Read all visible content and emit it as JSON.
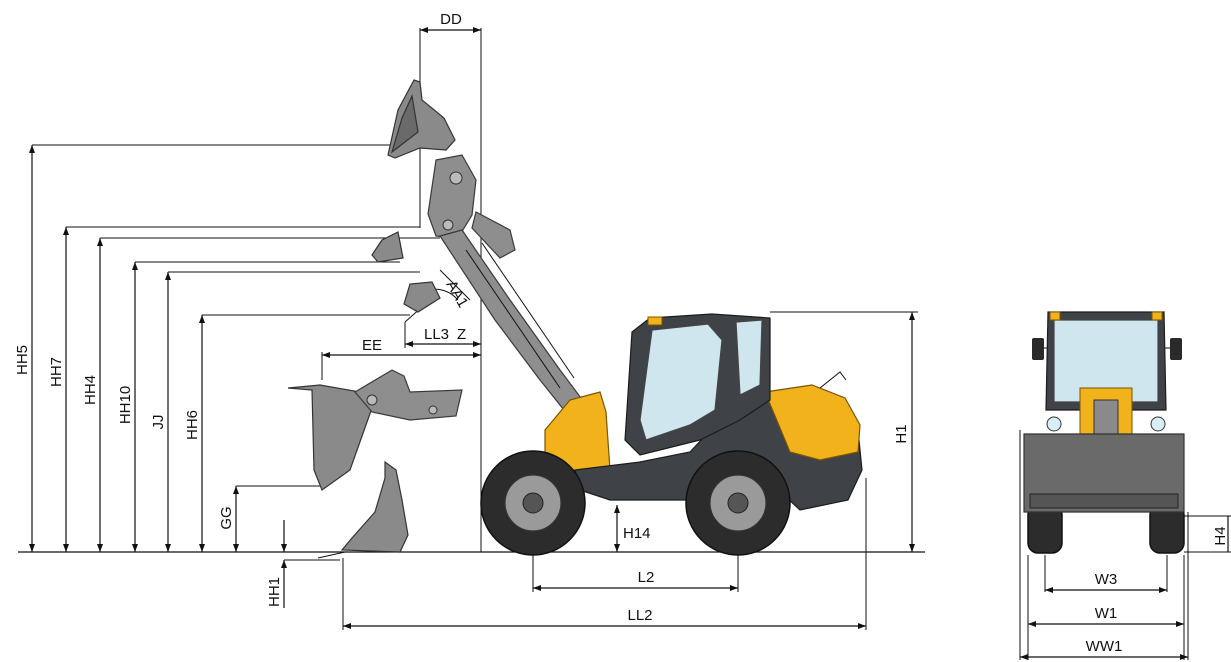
{
  "dimensions": {
    "DD": "DD",
    "HH5": "HH5",
    "HH7": "HH7",
    "HH4": "HH4",
    "HH10": "HH10",
    "JJ": "JJ",
    "HH6": "HH6",
    "GG": "GG",
    "HH1": "HH1",
    "AA1": "AA1",
    "LL3": "LL3",
    "Z": "Z",
    "EE": "EE",
    "H14": "H14",
    "L2": "L2",
    "LL2": "LL2",
    "H1": "H1",
    "H4": "H4",
    "W3": "W3",
    "W1": "W1",
    "WW1": "WW1"
  },
  "colors": {
    "machine_yellow": "#f2b21c",
    "machine_dark": "#3f4247",
    "bucket_grey": "#8a8a8a",
    "glass": "#cfe6ee"
  }
}
